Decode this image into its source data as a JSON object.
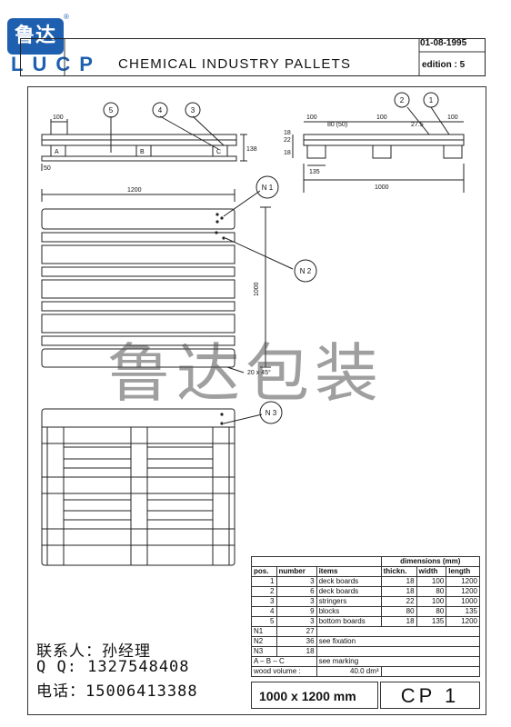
{
  "logo": {
    "brand": "鲁达",
    "sub": "LUCP",
    "reg": "®"
  },
  "header": {
    "title": "CHEMICAL INDUSTRY PALLETS",
    "date": "01-08-1995",
    "edition": "edition : 5"
  },
  "drawing": {
    "side_dims": {
      "d100": "100",
      "d138": "138",
      "d50": "50"
    },
    "side_callouts": [
      "5",
      "4",
      "3"
    ],
    "side_letters": [
      "A",
      "B",
      "C"
    ],
    "end_dims": {
      "d100a": "100",
      "d80": "80 (50)",
      "d100b": "100",
      "d27": "27.5",
      "d100c": "100",
      "d22": "22",
      "d18a": "18",
      "d18b": "18",
      "d135": "135",
      "d1000": "1000"
    },
    "end_callouts": [
      "2",
      "1"
    ],
    "top_dims": {
      "width": "1200",
      "depth": "1000",
      "chamfer": "20 x 45°"
    },
    "notes": [
      "N 1",
      "N 2",
      "N 3"
    ]
  },
  "watermark": "鲁达包装",
  "contact": {
    "person": "联系人：孙经理",
    "qq": "Q Q:  1327548408",
    "phone": "电话：15006413388"
  },
  "spec_table": {
    "dim_header": "dimensions (mm)",
    "columns": [
      "pos.",
      "number",
      "items",
      "thickn.",
      "width",
      "length"
    ],
    "rows": [
      [
        "1",
        "3",
        "deck boards",
        "18",
        "100",
        "1200"
      ],
      [
        "2",
        "6",
        "deck boards",
        "18",
        "80",
        "1200"
      ],
      [
        "3",
        "3",
        "stringers",
        "22",
        "100",
        "1000"
      ],
      [
        "4",
        "9",
        "blocks",
        "80",
        "80",
        "135"
      ],
      [
        "5",
        "3",
        "bottom boards",
        "18",
        "135",
        "1200"
      ]
    ],
    "notes": [
      {
        "pos": "N1",
        "num": "27",
        "item": ""
      },
      {
        "pos": "N2",
        "num": "36",
        "item": "see fixation"
      },
      {
        "pos": "N3",
        "num": "18",
        "item": ""
      }
    ],
    "marking": {
      "pos": "A – B – C",
      "item": "see marking"
    },
    "wood_volume_label": "wood volume :",
    "wood_volume_value": "40.0 dm³"
  },
  "footer": {
    "size": "1000 x 1200  mm",
    "code": "CP 1"
  }
}
